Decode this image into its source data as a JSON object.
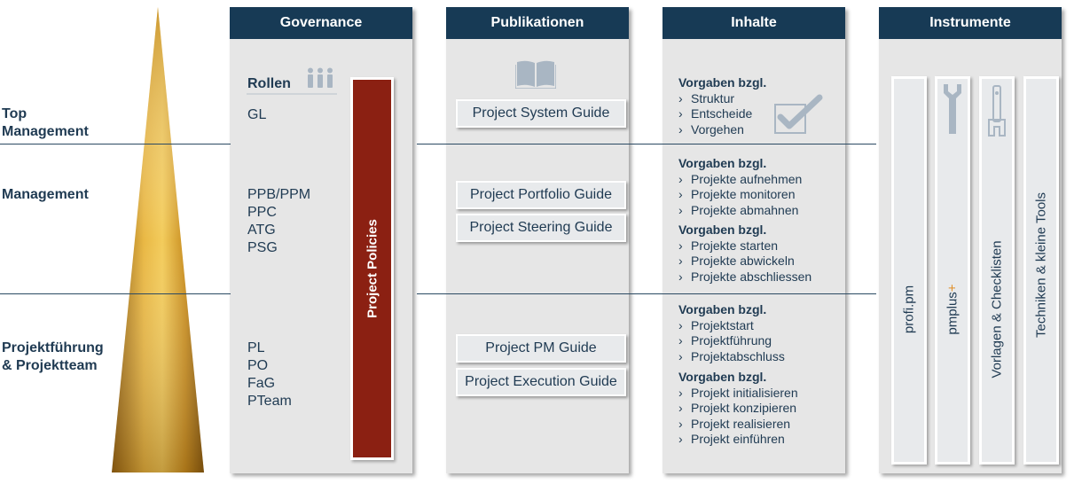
{
  "levels": [
    {
      "line1": "Top",
      "line2": "Management"
    },
    {
      "line1": "Management",
      "line2": ""
    },
    {
      "line1": "Projektführung",
      "line2": "& Projektteam"
    }
  ],
  "columns": {
    "governance": {
      "title": "Governance",
      "roles_title": "Rollen",
      "roles": {
        "top": [
          "GL"
        ],
        "management": [
          "PPB/PPM",
          "PPC",
          "ATG",
          "PSG"
        ],
        "team": [
          "PL",
          "PO",
          "FaG",
          "PTeam"
        ]
      },
      "policies_label": "Project Policies"
    },
    "publikationen": {
      "title": "Publikationen",
      "guides": [
        "Project System Guide",
        "Project Portfolio Guide",
        "Project Steering Guide",
        "Project PM Guide",
        "Project Execution Guide"
      ]
    },
    "inhalte": {
      "title": "Inhalte",
      "blocks": [
        {
          "title": "Vorgaben bzgl.",
          "items": [
            "Struktur",
            "Entscheide",
            "Vorgehen"
          ]
        },
        {
          "title": "Vorgaben bzgl.",
          "items": [
            "Projekte aufnehmen",
            "Projekte monitoren",
            "Projekte abmahnen"
          ]
        },
        {
          "title": "Vorgaben bzgl.",
          "items": [
            "Projekte starten",
            "Projekte abwickeln",
            "Projekte abschliessen"
          ]
        },
        {
          "title": "Vorgaben bzgl.",
          "items": [
            "Projektstart",
            "Projektführung",
            "Projektabschluss"
          ]
        },
        {
          "title": "Vorgaben bzgl.",
          "items": [
            "Projekt initialisieren",
            "Projekt konzipieren",
            "Projekt realisieren",
            "Projekt einführen"
          ]
        }
      ],
      "bullet": "›"
    },
    "instrumente": {
      "title": "Instrumente",
      "tools": [
        {
          "label": "profi.pm",
          "suffix": ""
        },
        {
          "label": "pmplus",
          "suffix": "+"
        },
        {
          "label": "Vorlagen & Checklisten",
          "suffix": ""
        },
        {
          "label": "Techniken & kleine Tools",
          "suffix": ""
        }
      ]
    }
  },
  "icons": [
    "people-icon",
    "book-icon",
    "checkbox-check-icon",
    "wrench-icon",
    "tool-icon"
  ],
  "colors": {
    "header": "#173a55",
    "panel": "#e6e6e6",
    "policies": "#8b2012",
    "pyramid_gold": "#d9a531",
    "text": "#1f3a52",
    "icon": "#a9b6c3",
    "plus_accent": "#e0902a"
  }
}
